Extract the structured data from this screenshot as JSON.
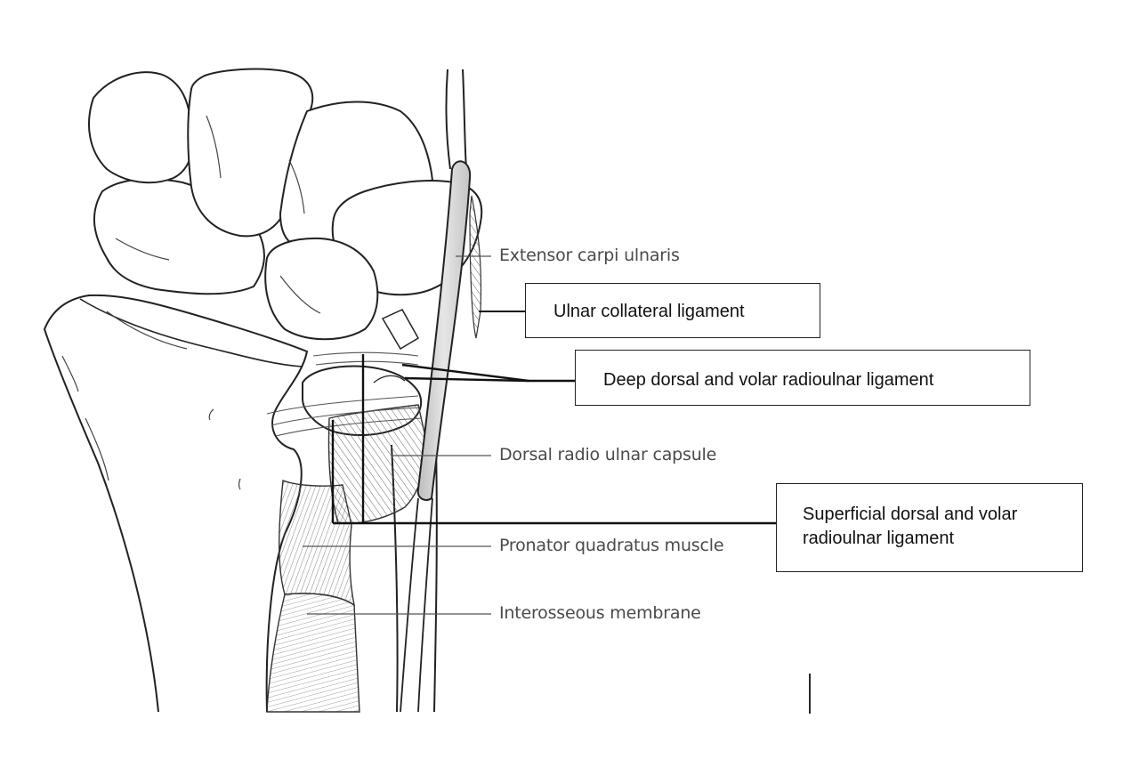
{
  "labels": {
    "ecu": "Extensor carpi ulnaris",
    "drc": "Dorsal radio ulnar capsule",
    "pqm": "Pronator quadratus muscle",
    "iom": "Interosseous membrane"
  },
  "callouts": {
    "ucl": "Ulnar collateral ligament",
    "deep": "Deep dorsal and volar radioulnar ligament",
    "sup_line1": "Superficial dorsal and volar",
    "sup_line2": "radioulnar ligament"
  }
}
